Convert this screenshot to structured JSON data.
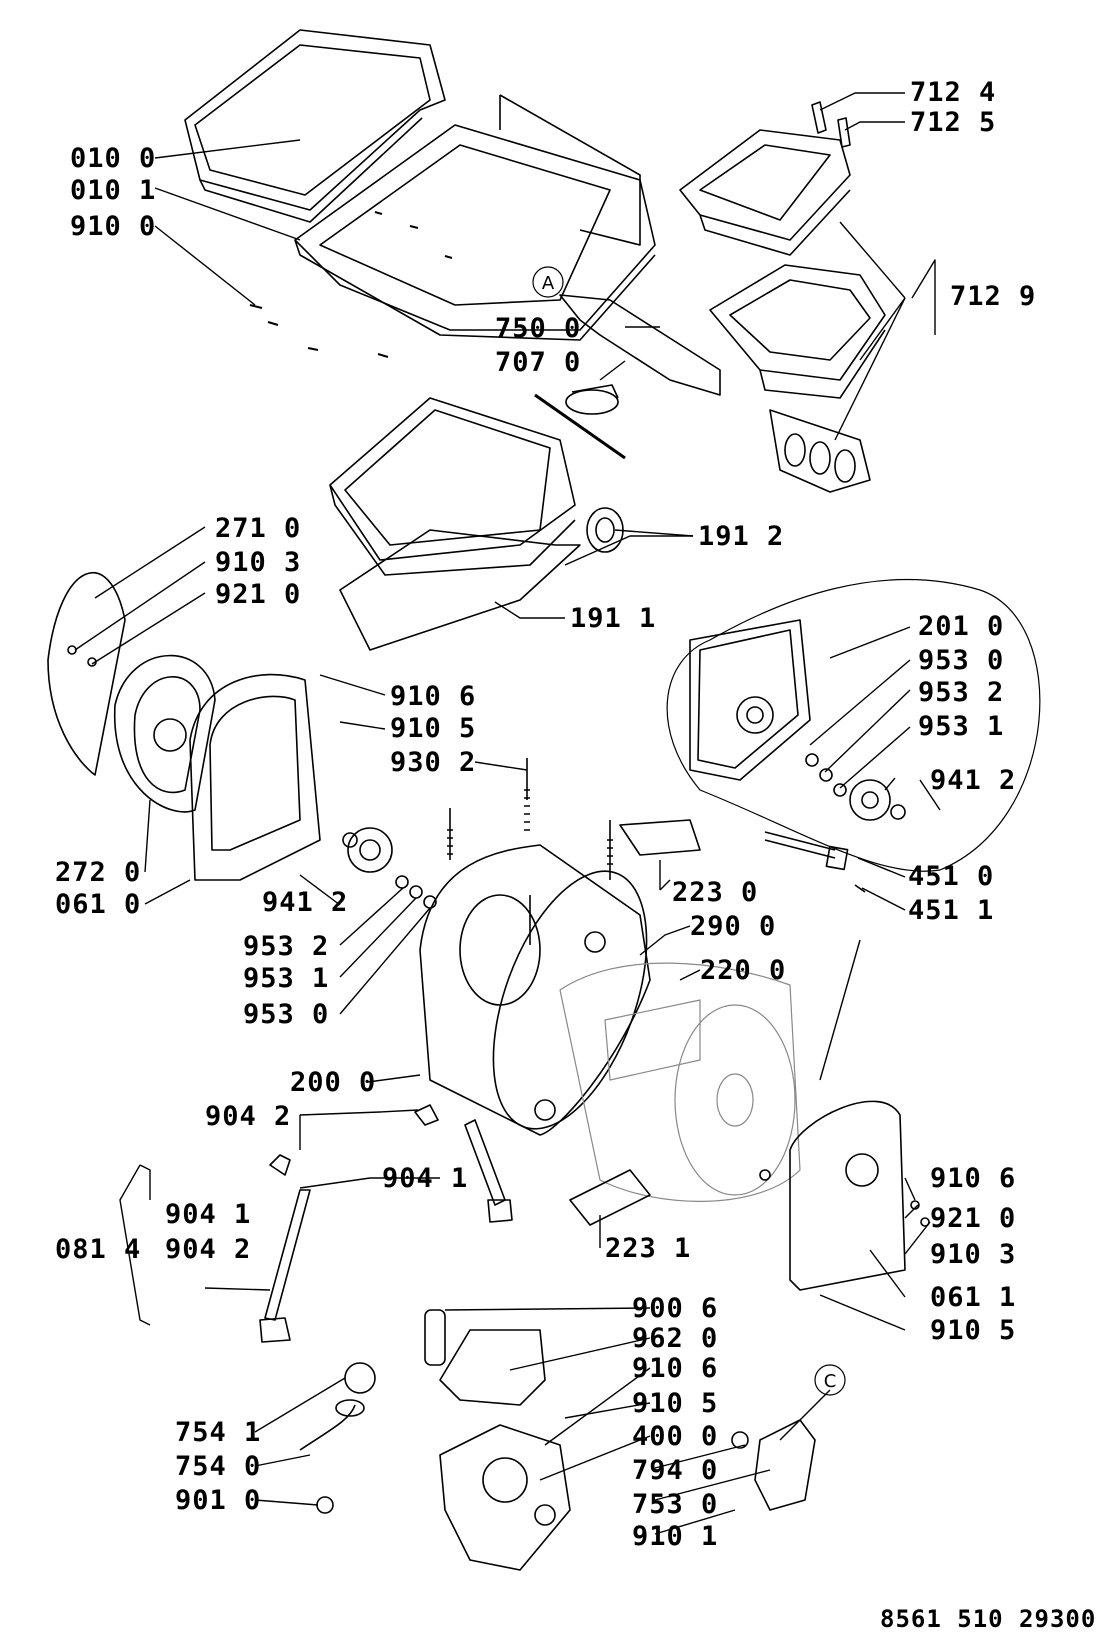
{
  "labels_left": {
    "l0100": "010 0",
    "l0101": "010 1",
    "l9100a": "910 0",
    "l2710": "271 0",
    "l9103a": "910 3",
    "l9210a": "921 0",
    "l7500": "750 0",
    "l7070": "707 0",
    "l2720": "272 0",
    "l0610": "061 0",
    "l9412b": "941 2",
    "l9532b": "953 2",
    "l9531b": "953 1",
    "l9530b": "953 0",
    "l2000": "200 0",
    "l9042a": "904 2",
    "l9041a": "904 1",
    "l0814": "081 4",
    "l9041b": "904 1",
    "l9042b": "904 2",
    "l7541": "754 1",
    "l7540": "754 0",
    "l9010": "901 0",
    "l7940": "794 0",
    "l7530": "753 0",
    "l9101": "910 1"
  },
  "labels_right": {
    "l7124": "712 4",
    "l7125": "712 5",
    "l7129": "712 9",
    "l1912": "191 2",
    "l1911": "191 1",
    "l2010": "201 0",
    "l9530a": "953 0",
    "l9532a": "953 2",
    "l9531a": "953 1",
    "l9412a": "941 2",
    "l9106a": "910 6",
    "l9105a": "910 5",
    "l9302": "930 2",
    "l4510": "451 0",
    "l4511": "451 1",
    "l2230": "223 0",
    "l2900": "290 0",
    "l2200": "220 0",
    "l9106b": "910 6",
    "l9210b": "921 0",
    "l9103b": "910 3",
    "l0611": "061 1",
    "l9105b": "910 5",
    "l2231": "223 1",
    "l9006": "900 6",
    "l9620": "962 0",
    "l9106c": "910 6",
    "l9105c": "910 5",
    "l4000": "400 0"
  },
  "markers": {
    "a": "A",
    "c": "C"
  },
  "document_number": "8561 510 29300"
}
